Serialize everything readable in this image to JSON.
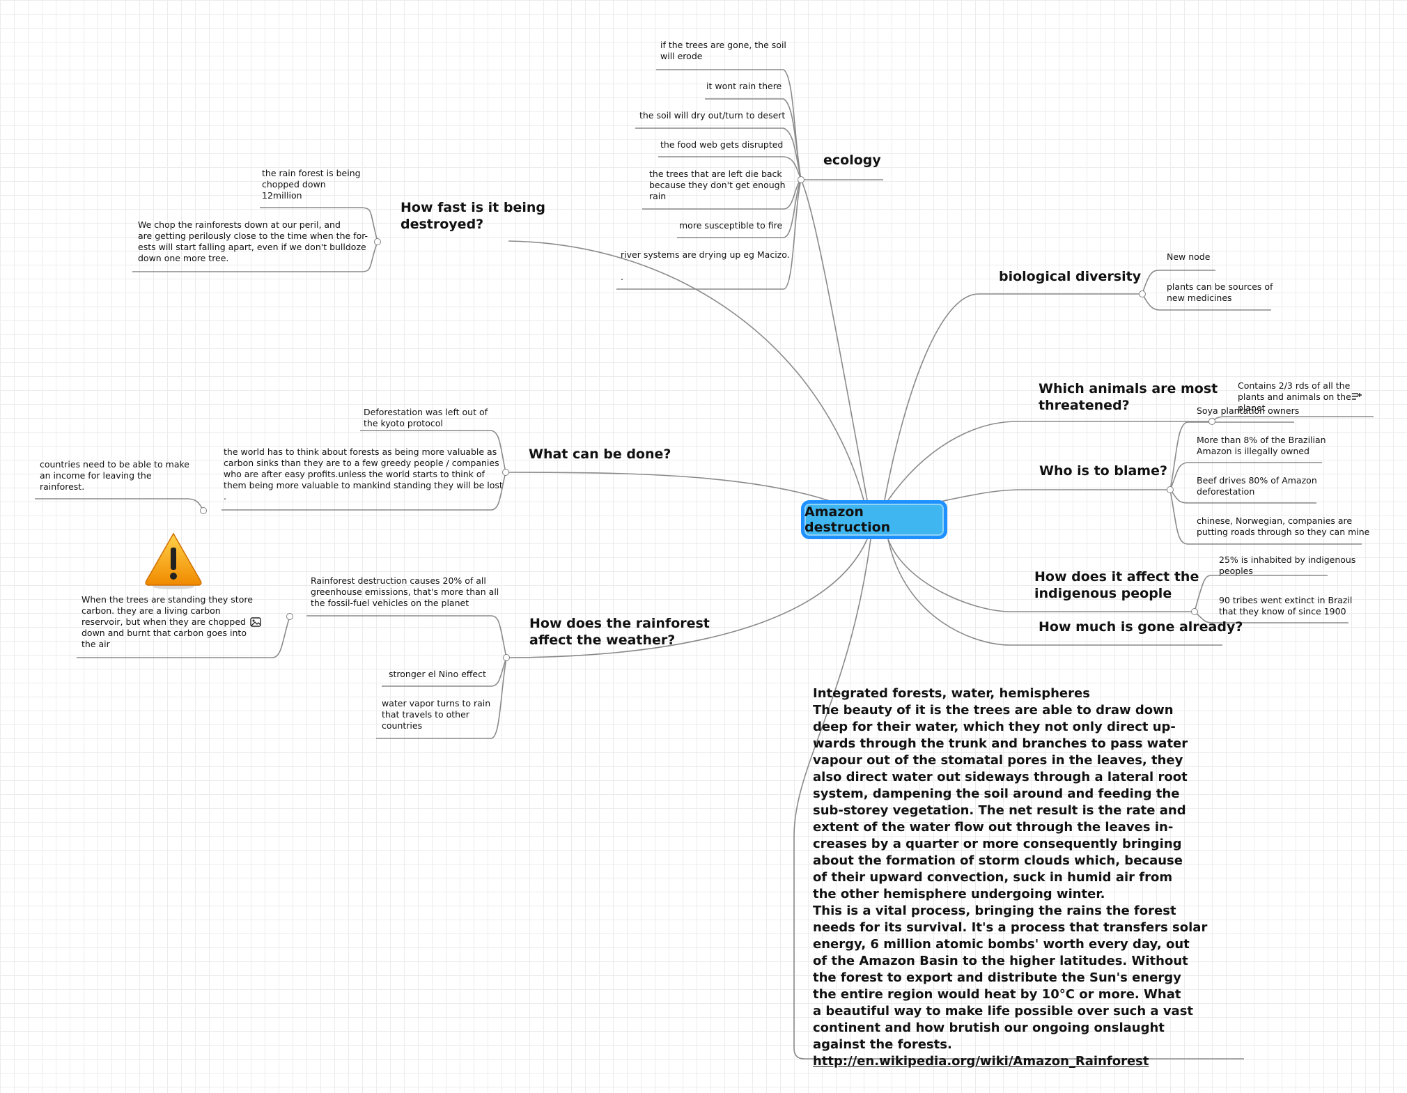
{
  "root": {
    "label": "Amazon destruction"
  },
  "ecology": {
    "label": "ecology",
    "children": [
      "if the trees are gone, the soil\nwill erode",
      "it wont rain there",
      "the soil will dry out/turn to desert",
      "the food web gets disrupted",
      "the trees that are left die back\nbecause they don't get enough\nrain",
      "more susceptible to fire",
      "river systems are drying up eg Macizo.\n\n."
    ]
  },
  "how_fast": {
    "label": "How fast is it being\ndestroyed?",
    "children": [
      "the rain forest is being\nchopped down\n12million",
      "We chop the rainforests down at our peril, and\nare getting perilously close to the time when the for-\nests will start falling apart, even if we don't bulldoze\ndown one more tree."
    ]
  },
  "what_done": {
    "label": "What can be done?",
    "children": [
      "Deforestation was left out of\nthe kyoto protocol",
      "the world has to think about forests as being more valuable as\ncarbon sinks than they are to a few greedy people / companies\nwho are after easy profits.unless the world starts to think of\nthem being more valuable to mankind standing  they will be lost\n."
    ],
    "grandchild": "countries need to be able to make\nan income for leaving the\nrainforest."
  },
  "weather": {
    "label": "How does the rainforest\naffect the weather?",
    "children": [
      "Rainforest destruction causes 20% of all\ngreenhouse emissions, that's more than all\nthe fossil-fuel vehicles on the planet",
      "stronger el Nino effect",
      "water vapor turns to rain\nthat travels to other\ncountries"
    ],
    "grandchild": "When the trees are standing they store\ncarbon. they are a living carbon\nreservoir, but when they are chopped\ndown and burnt that carbon goes into\nthe air"
  },
  "biodiversity": {
    "label": "biological diversity",
    "children": [
      "New node",
      "plants can be sources of\nnew medicines"
    ]
  },
  "animals": {
    "label": "Which animals are most\nthreatened?",
    "children": [
      "Contains 2/3 rds of all the\nplants and animals on the\nplanet"
    ]
  },
  "blame": {
    "label": "Who is to blame?",
    "children": [
      "Soya plantation owners",
      "More than 8% of the Brazilian\nAmazon is illegally owned",
      "Beef drives 80% of Amazon\ndeforestation",
      "chinese, Norwegian, companies are\nputting roads through so they can mine"
    ]
  },
  "indigenous": {
    "label": "How does it affect the\nindigenous people",
    "children": [
      "25% is inhabited by indigenous\npeoples",
      "90 tribes went extinct in Brazil\nthat they know of since 1900"
    ]
  },
  "gone": {
    "label": "How much is gone already?"
  },
  "integrated": {
    "text": "Integrated forests, water, hemispheres\nThe beauty of it is the trees are able to draw down\ndeep for their water, which they not only direct up-\nwards through the trunk and branches to pass water\nvapour out of the stomatal pores in the leaves, they\nalso direct water out sideways through a lateral root\nsystem, dampening the soil around and feeding the\nsub-storey vegetation. The net result is the rate and\nextent of the water flow out through the leaves in-\ncreases by a quarter or more consequently bringing\nabout the formation of storm clouds which, because\nof their upward convection, suck in humid air from\nthe other hemisphere undergoing winter.\nThis is a vital process, bringing the rains the forest\nneeds for its survival. It's a process that transfers solar\nenergy, 6 million atomic bombs' worth every day, out\nof the Amazon Basin to the higher latitudes. Without\nthe forest to export and distribute the Sun's energy\nthe entire region would heat by 10°C or more. What\na beautiful way to make life possible over such a vast\ncontinent and how brutish our ongoing onslaught\nagainst the forests. ",
    "link": "http://en.wikipedia.org/wiki/Amazon_Rainforest"
  },
  "colors": {
    "line": "#8a8a8a",
    "root_fill": "#3fb6ef",
    "root_border": "#1e90ff"
  },
  "icons": [
    "warning-icon",
    "image-icon",
    "note-icon"
  ]
}
